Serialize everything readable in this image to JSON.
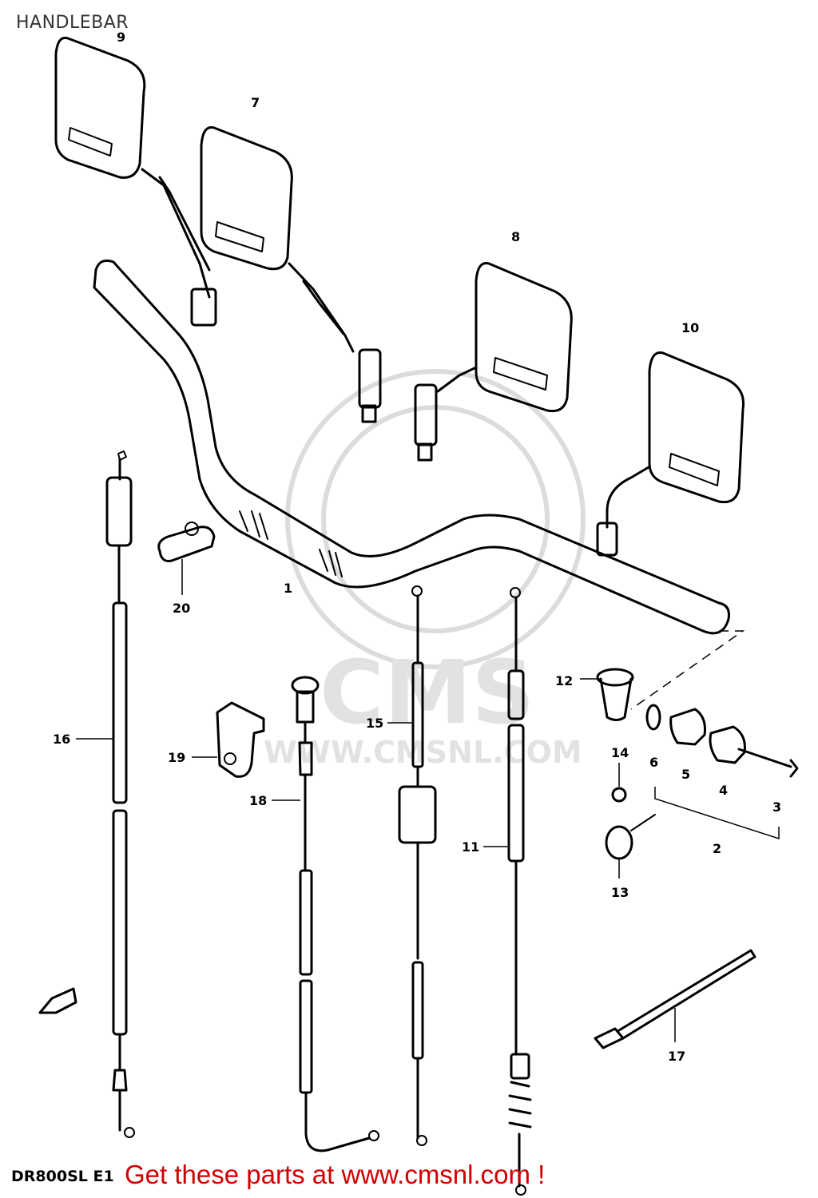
{
  "title": "HANDLEBAR",
  "watermark": {
    "brand": "CMS",
    "url": "WWW.CMSNL.COM"
  },
  "callouts": {
    "n1": "1",
    "n2": "2",
    "n3": "3",
    "n4": "4",
    "n5": "5",
    "n6": "6",
    "n7": "7",
    "n8": "8",
    "n9": "9",
    "n10": "10",
    "n11": "11",
    "n12": "12",
    "n13": "13",
    "n14": "14",
    "n15": "15",
    "n16": "16",
    "n17": "17",
    "n18": "18",
    "n19": "19",
    "n20": "20"
  },
  "footer": {
    "model": "DR800SL E1",
    "cta": "Get these parts at www.cmsnl.com !"
  },
  "colors": {
    "cta": "#d10000",
    "ink": "#000000",
    "watermark": "#dcdcdc"
  }
}
